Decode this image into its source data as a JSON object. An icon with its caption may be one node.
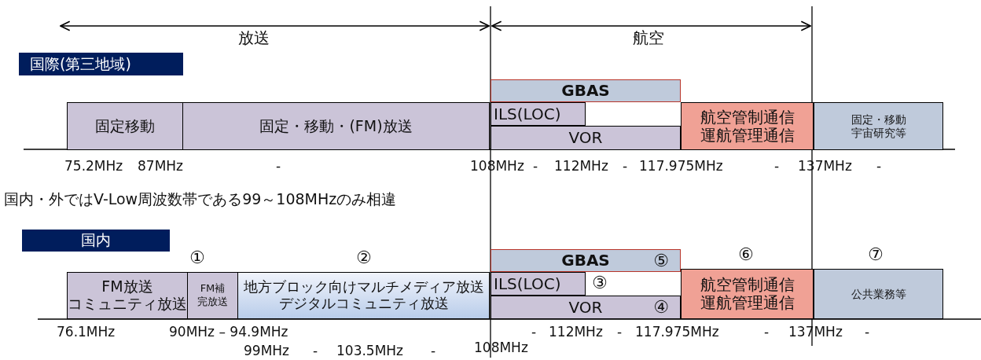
{
  "diagram": {
    "nodes": [
      {
        "text": [
          "国際(第三地域)"
        ]
      },
      {
        "text": [
          "固定移動"
        ]
      },
      {
        "text": [
          "固定・移動・(FM)放送"
        ]
      },
      {
        "text": [
          "GBAS"
        ]
      },
      {
        "text": [
          "ILS(LOC)"
        ]
      },
      {
        "text": [
          "VOR"
        ]
      },
      {
        "text": [
          "航空管制通信",
          "運航管理通信"
        ]
      },
      {
        "text": [
          "固定・移動",
          "宇宙研究等"
        ]
      },
      {
        "text": [
          "国内"
        ]
      },
      {
        "text": [
          "FM放送",
          "コミュニティ放送"
        ]
      },
      {
        "text": [
          "FM補完放送"
        ],
        "beside": [
          "①"
        ]
      },
      {
        "text": [
          "地方ブロック向けマルチメディア放送",
          "デジタルコミュニティ放送"
        ],
        "beside": [
          "②"
        ]
      },
      {
        "text": [
          "GBAS",
          "⑤"
        ]
      },
      {
        "text": [
          "ILS(LOC)"
        ],
        "beside": [
          "③"
        ]
      },
      {
        "text": [
          "VOR",
          "④"
        ]
      },
      {
        "text": [
          "航空管制通信",
          "運航管理通信"
        ],
        "beside": [
          "⑥"
        ]
      },
      {
        "text": [
          "公共業務等"
        ],
        "beside": [
          "⑦"
        ]
      }
    ],
    "labels": [
      "放送",
      "航空",
      "75.2MHz",
      "87MHz",
      "-",
      "108MHz",
      "-",
      "112MHz",
      "-",
      "117.975MHz",
      "-",
      "137MHz",
      "-",
      "国内・外ではV-Low周波数帯である99～108MHzのみ相違",
      "76.1MHz",
      "90MHz – 94.9MHz",
      "-",
      "112MHz",
      "-",
      "117.975MHz",
      "-",
      "137MHz",
      "-",
      "99MHz",
      "-",
      "103.5MHz",
      "-",
      "108MHz"
    ]
  }
}
